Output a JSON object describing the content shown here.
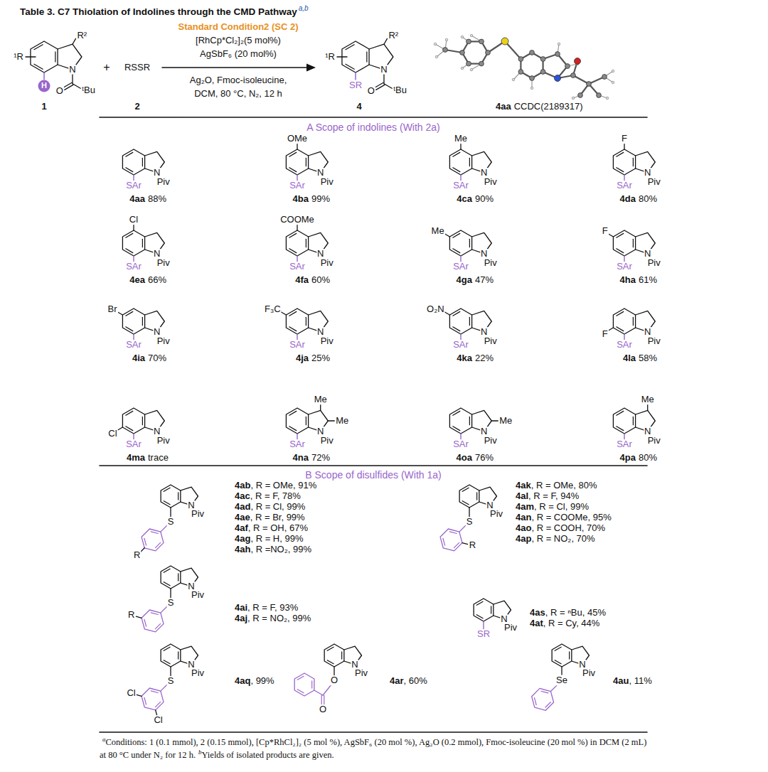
{
  "diagram": {
    "title": "Table 3. C7 Thiolation of Indolines through the CMD Pathway",
    "caption": "Conditions: 1 (0.1 mmol), 2 (0.15 mmol), [Cp*RhCl₂]₂ (5 mol %), AgSbF₆ (20 mol %), Ag₂O (0.2 mmol), Fmoc-isoleucine (20 mol %) in DCM (2 mL) at 80 °C under N₂ for 12 h.",
    "labels": [
      "a,b",
      "Standard Condition2 (SC 2)",
      "[RhCp*Cl₂]₂(5 mol%)",
      "AgSbF₆ (20 mol%)",
      "Ag₂O, Fmoc-isoleucine,",
      "DCM, 80 °C, N₂, 12 h",
      "¹R",
      "R²",
      "N",
      "O",
      "ᵗBu",
      "H",
      "1",
      "+",
      "RSSR",
      "2",
      "¹R",
      "R²",
      "N",
      "SR",
      "O",
      "ᵗBu",
      "4",
      "4aa",
      "CCDC(2189317)",
      "A Scope of indolines (With 2a)",
      "N",
      "Piv",
      "SAr",
      "4aa",
      "88%",
      "OMe",
      "N",
      "Piv",
      "SAr",
      "4ba",
      "99%",
      "Me",
      "N",
      "Piv",
      "SAr",
      "4ca",
      "90%",
      "F",
      "N",
      "Piv",
      "SAr",
      "4da",
      "80%",
      "Cl",
      "N",
      "Piv",
      "SAr",
      "4ea",
      "66%",
      "COOMe",
      "N",
      "Piv",
      "SAr",
      "4fa",
      "60%",
      "Me",
      "N",
      "Piv",
      "SAr",
      "4ga",
      "47%",
      "F",
      "N",
      "Piv",
      "SAr",
      "4ha",
      "61%",
      "Br",
      "N",
      "Piv",
      "SAr",
      "4ia",
      "70%",
      "F₃C",
      "N",
      "Piv",
      "SAr",
      "4ja",
      "25%",
      "O₂N",
      "N",
      "Piv",
      "SAr",
      "4ka",
      "22%",
      "F",
      "N",
      "Piv",
      "SAr",
      "4la",
      "58%",
      "Cl",
      "N",
      "Piv",
      "SAr",
      "4ma",
      "trace",
      "Me",
      "Me",
      "N",
      "Piv",
      "SAr",
      "4na",
      "72%",
      "Me",
      "N",
      "Piv",
      "SAr",
      "4oa",
      "76%",
      "Me",
      "N",
      "Piv",
      "SAr",
      "4pa",
      "80%",
      "B Scope of disulfides (With 1a)",
      "N",
      "Piv",
      "S",
      "R",
      "4ab",
      ", R = OMe, 91%",
      "4ac",
      ", R = F, 78%",
      "4ad",
      ", R = Cl, 99%",
      "4ae",
      ", R = Br, 99%",
      "4af",
      ", R = OH, 67%",
      "4ag",
      ", R = H, 99%",
      "4ah",
      ", R =NO₂, 99%",
      "N",
      "Piv",
      "S",
      "R",
      "4ak",
      ", R = OMe, 80%",
      "4al",
      ", R = F, 94%",
      "4am",
      ", R = Cl, 99%",
      "4an",
      ", R = COOMe, 95%",
      "4ao",
      ", R = COOH, 70%",
      "4ap",
      ", R = NO₂, 70%",
      "N",
      "Piv",
      "S",
      "R",
      "4ai",
      ", R = F, 93%",
      "4aj",
      ", R = NO₂, 99%",
      "N",
      "Piv",
      "SR",
      "4as",
      ", R = ⁿBu, 45%",
      "4at",
      ", R = Cy, 44%",
      "N",
      "Piv",
      "S",
      "Cl",
      "Cl",
      "4aq",
      ", 99%",
      "N",
      "Piv",
      "O",
      "O",
      "4ar",
      ", 60%",
      "N",
      "Piv",
      "Se",
      "4au",
      ", 11%",
      "a",
      "b",
      "Yields of isolated products are given."
    ]
  }
}
